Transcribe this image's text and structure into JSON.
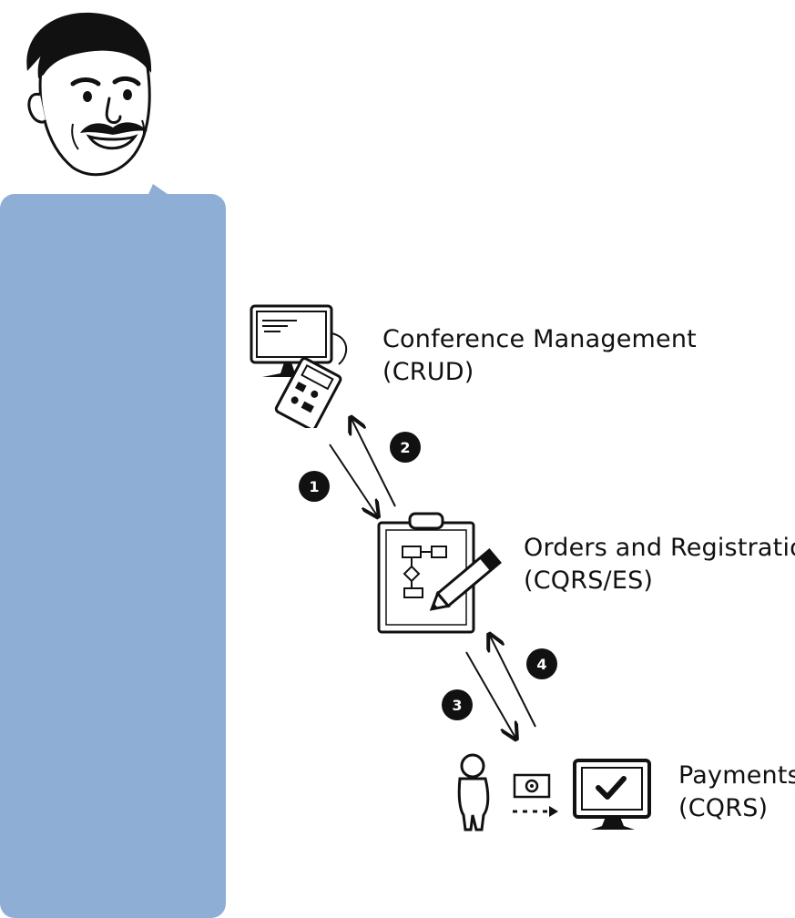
{
  "colors": {
    "bubble": "#8eaed6",
    "ink": "#111111",
    "badge": "#111111",
    "badge_text": "#ffffff"
  },
  "nodes": {
    "conference": {
      "title": "Conference Management",
      "subtitle": "(CRUD)",
      "icon": "computer-with-keypad-icon"
    },
    "orders": {
      "title": "Orders and Registrations",
      "subtitle": "(CQRS/ES)",
      "icon": "clipboard-flowchart-pencil-icon"
    },
    "payments": {
      "title": "Payments",
      "subtitle": "(CQRS)",
      "icon": "person-pays-computer-icon"
    }
  },
  "steps": [
    {
      "number": "1"
    },
    {
      "number": "2"
    },
    {
      "number": "3"
    },
    {
      "number": "4"
    }
  ],
  "avatar": {
    "icon": "man-with-mustache-avatar-icon"
  }
}
